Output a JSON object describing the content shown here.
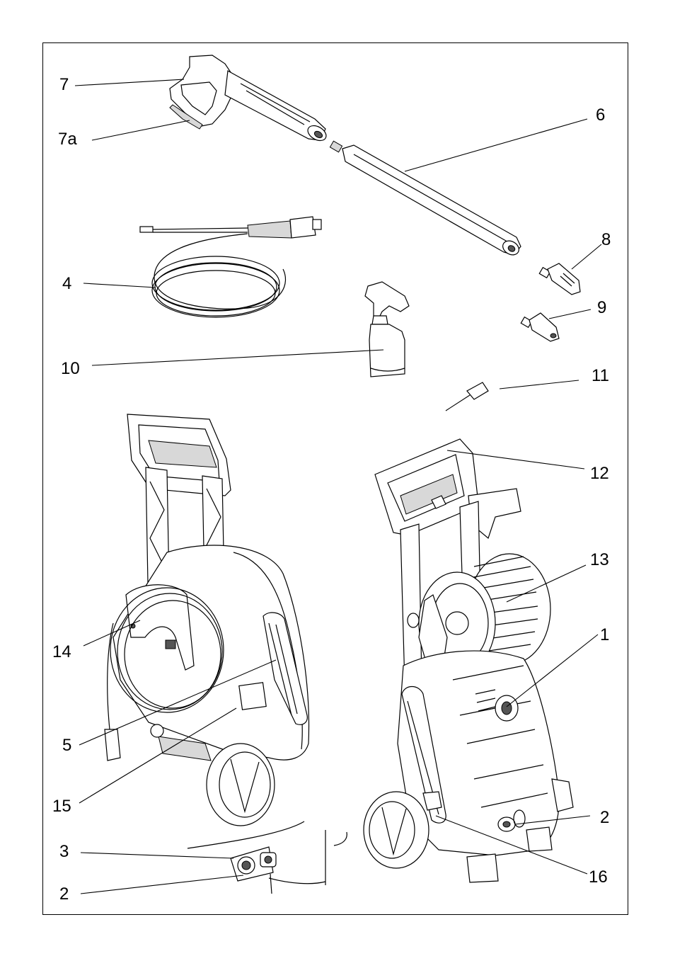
{
  "labels": {
    "l1": "1",
    "l2a": "2",
    "l2b": "2",
    "l3": "3",
    "l4": "4",
    "l5": "5",
    "l6": "6",
    "l7": "7",
    "l7a": "7a",
    "l8": "8",
    "l9": "9",
    "l10": "10",
    "l11": "11",
    "l12": "12",
    "l13": "13",
    "l14": "14",
    "l15": "15",
    "l16": "16"
  }
}
